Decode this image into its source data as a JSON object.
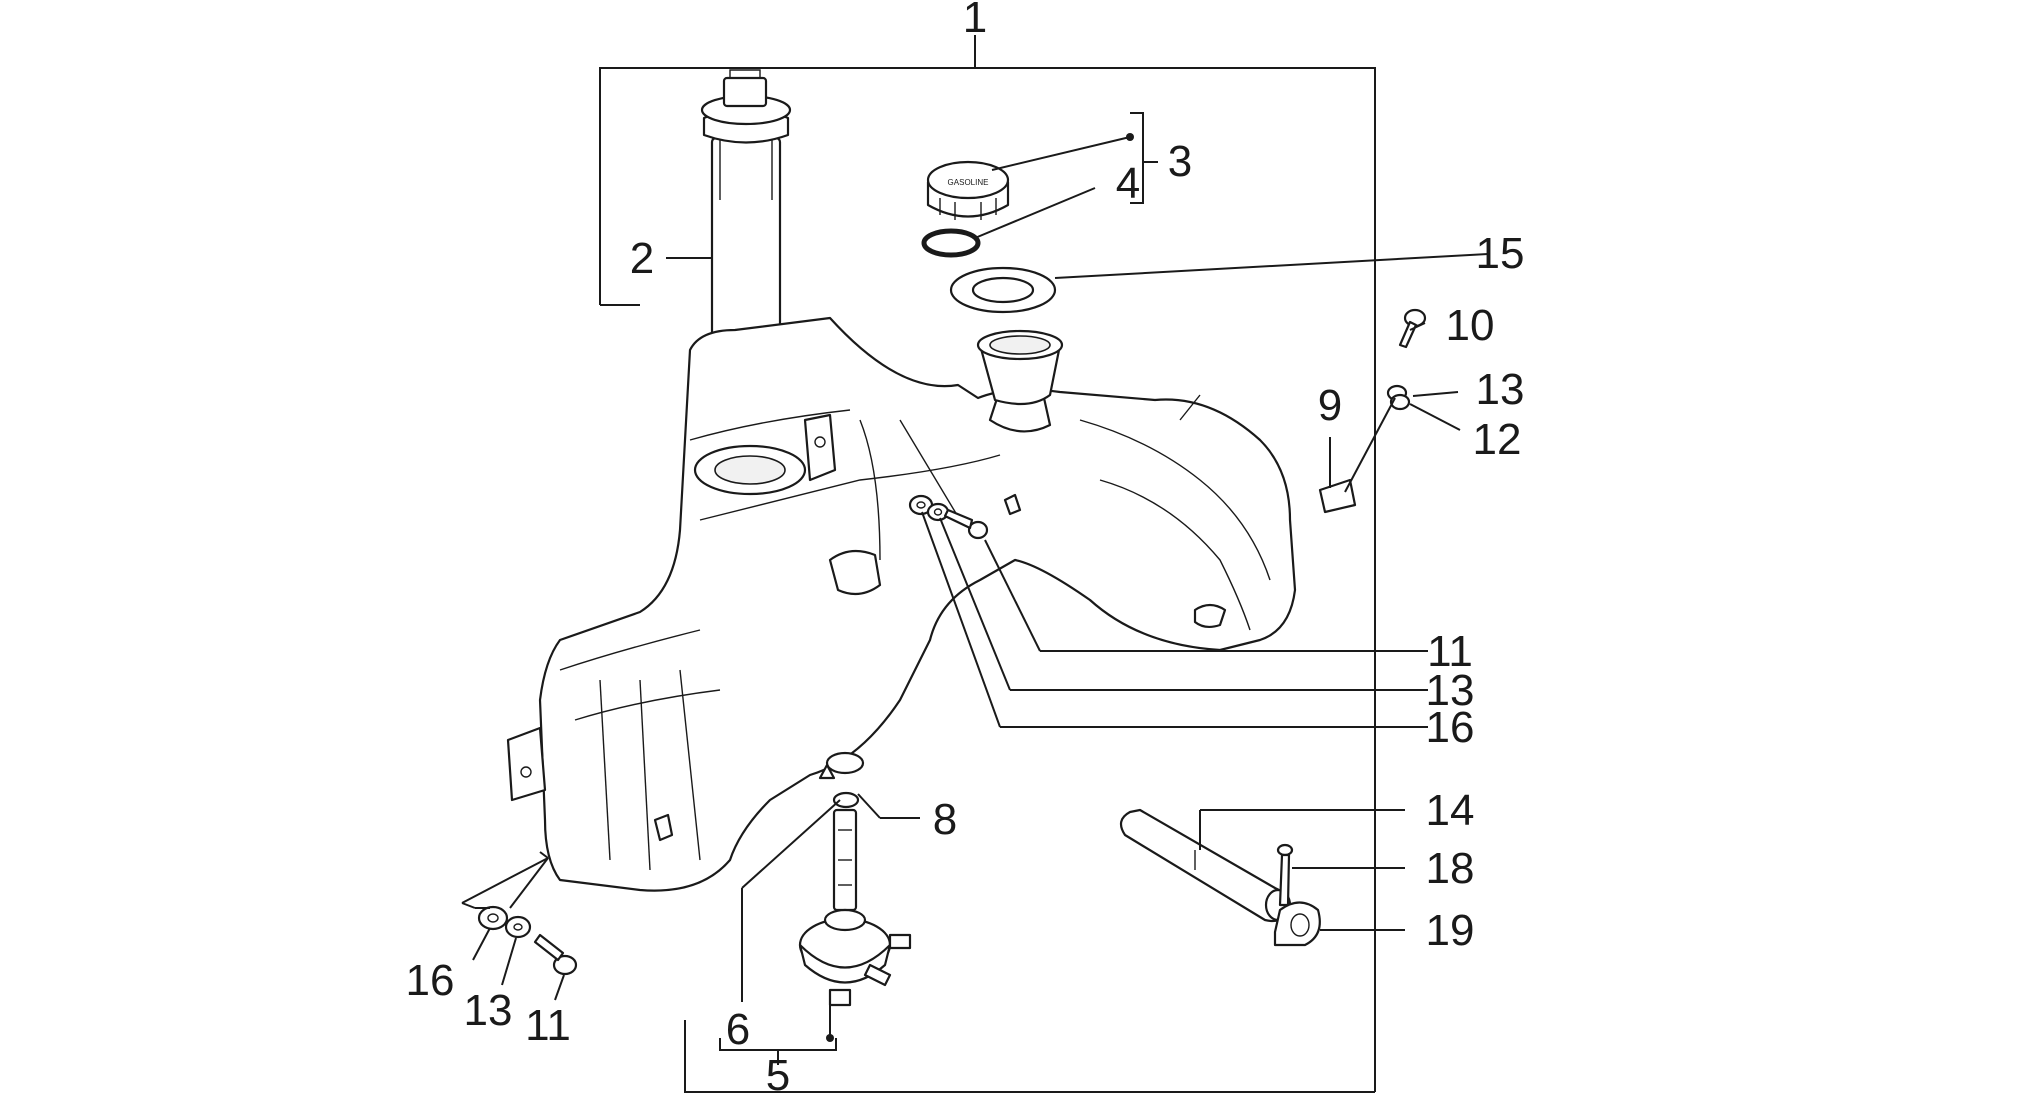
{
  "diagram": {
    "callouts": {
      "p1": "1",
      "p2": "2",
      "p3": "3",
      "p4": "4",
      "p5": "5",
      "p6": "6",
      "p8": "8",
      "p9": "9",
      "p10": "10",
      "p11a": "11",
      "p11b": "11",
      "p12": "12",
      "p13a": "13",
      "p13b": "13",
      "p13c": "13",
      "p14": "14",
      "p15": "15",
      "p16a": "16",
      "p16b": "16",
      "p18": "18",
      "p19": "19"
    },
    "cap_logo_text": "GASOLINE"
  }
}
